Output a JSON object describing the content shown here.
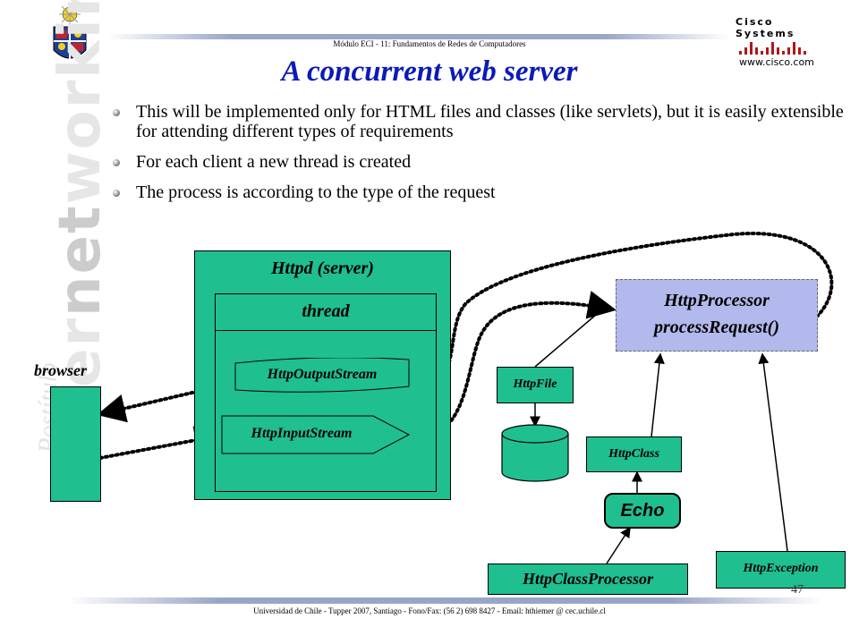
{
  "header": {
    "course": "Módulo ECI - 11: Fundamentos de Redes de Computadores"
  },
  "title": "A concurrent web server",
  "bullets": [
    "This will be implemented only for HTML files and classes (like servlets), but it is easily extensible for attending different types of requirements",
    "For each client a new thread is created",
    "The process is according to the type of the request"
  ],
  "cisco": {
    "brand": "Cisco Systems",
    "url": "www.cisco.com"
  },
  "watermark": {
    "word_start": "inter",
    "word_hl": "net",
    "word_end": "working",
    "post": "Postítulo"
  },
  "diagram": {
    "server_label": "Httpd (server)",
    "thread_label": "thread",
    "output_stream": "HttpOutputStream",
    "input_stream": "HttpInputStream",
    "browser_label": "browser",
    "processor_line1": "HttpProcessor",
    "processor_line2": "processRequest()",
    "http_file": "HttpFile",
    "http_class": "HttpClass",
    "echo": "Echo",
    "class_processor": "HttpClassProcessor",
    "exception": "HttpException"
  },
  "page_number": "47",
  "footer": "Universidad de Chile - Tupper 2007, Santiago - Fono/Fax: (56 2) 698 8427 - Email: hthiemer @ cec.uchile.cl",
  "colors": {
    "accent": "#1fbf8f",
    "processor_bg": "#b3b9ec",
    "title": "#0b1ab8"
  }
}
